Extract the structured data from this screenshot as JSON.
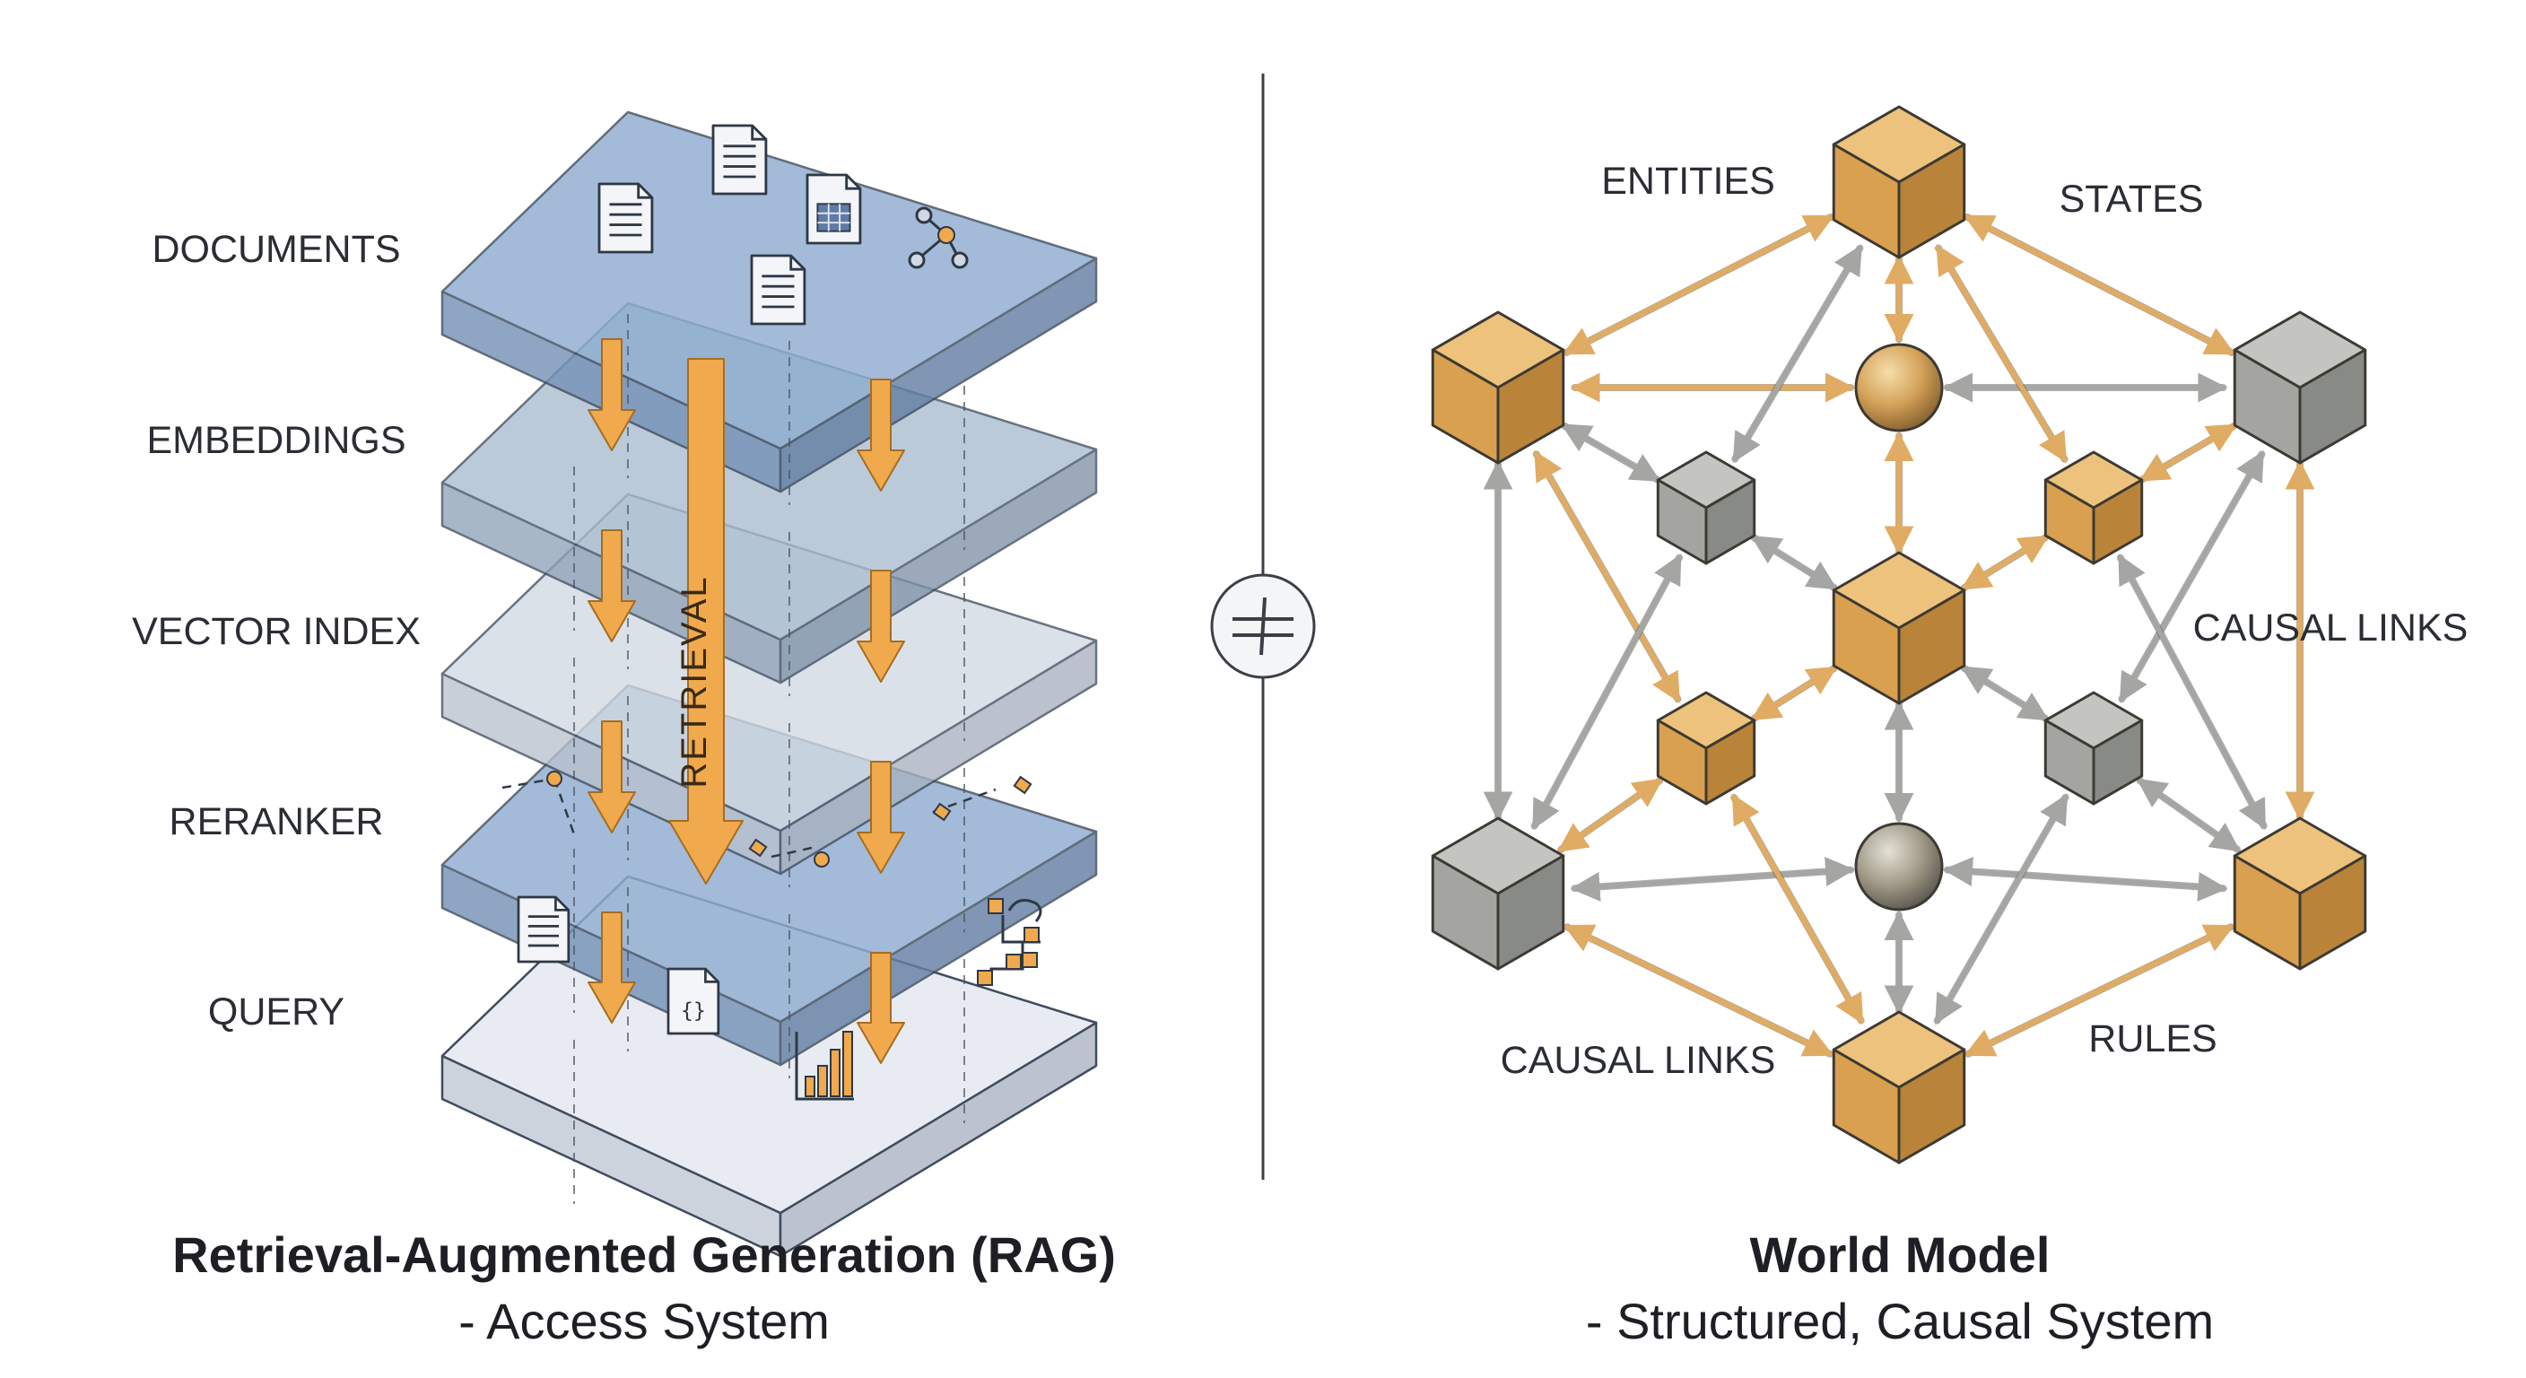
{
  "colors": {
    "layer_blue": "#8fa9c8",
    "layer_grey": "#c9d1dc",
    "arrow_orange": "#f0a94c",
    "cube_orange": "#e1a857",
    "cube_grey": "#a9aaa5",
    "link_orange": "#e0ab63",
    "link_grey": "#a5a6a3",
    "divider": "#3b3f46"
  },
  "rag": {
    "layers": [
      {
        "label": "DOCUMENTS",
        "style": "blue"
      },
      {
        "label": "EMBEDDINGS",
        "style": "grey-blue"
      },
      {
        "label": "VECTOR INDEX",
        "style": "grey"
      },
      {
        "label": "RERANKER",
        "style": "blue"
      },
      {
        "label": "QUERY",
        "style": "light"
      }
    ],
    "retrieval_label": "RETRIEVAL",
    "title": "Retrieval-Augmented Generation (RAG)",
    "subtitle": "- Access System",
    "icons": [
      "document-icon",
      "table-icon",
      "graph-icon",
      "code-file-icon",
      "bar-chart-icon",
      "flowchart-icon"
    ]
  },
  "divider": {
    "symbol": "not-equal-icon"
  },
  "world_model": {
    "labels": {
      "entities": "ENTITIES",
      "states": "STATES",
      "causal_links_right": "CAUSAL LINKS",
      "causal_links_left": "CAUSAL LINKS",
      "rules": "RULES"
    },
    "title": "World Model",
    "subtitle": "- Structured, Causal System"
  }
}
